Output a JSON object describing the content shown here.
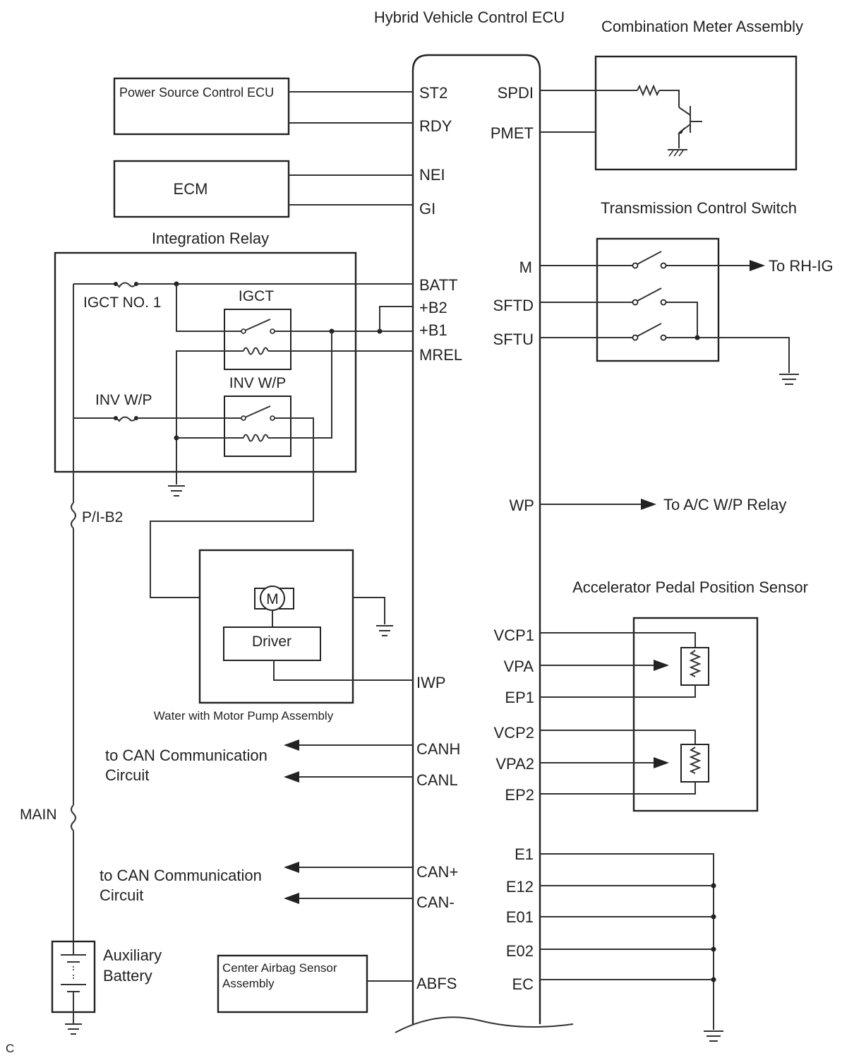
{
  "ecu_title": "Hybrid Vehicle Control ECU",
  "components": {
    "power_source_ecu": "Power Source Control ECU",
    "ecm": "ECM",
    "integration_relay": "Integration Relay",
    "combination_meter": "Combination Meter Assembly",
    "transmission_switch": "Transmission Control Switch",
    "accel_sensor": "Accelerator Pedal Position Sensor",
    "water_pump": "Water with Motor Pump Assembly",
    "airbag_line1": "Center Airbag Sensor",
    "airbag_line2": "Assembly",
    "aux_battery_line1": "Auxiliary",
    "aux_battery_line2": "Battery",
    "driver": "Driver",
    "motor": "M"
  },
  "relay_labels": {
    "igct_fuse": "IGCT NO. 1",
    "igct_relay": "IGCT",
    "invwp_relay": "INV W/P",
    "invwp_fuse": "INV W/P",
    "pib2_fuse": "P/I-B2",
    "main_fuse": "MAIN"
  },
  "left_pins": [
    "ST2",
    "RDY",
    "NEI",
    "GI",
    "BATT",
    "+B2",
    "+B1",
    "MREL",
    "IWP",
    "CANH",
    "CANL",
    "CAN+",
    "CAN-",
    "ABFS"
  ],
  "right_pins": [
    "SPDI",
    "PMET",
    "M",
    "SFTD",
    "SFTU",
    "WP",
    "VCP1",
    "VPA",
    "EP1",
    "VCP2",
    "VPA2",
    "EP2",
    "E1",
    "E12",
    "E01",
    "E02",
    "EC"
  ],
  "destinations": {
    "rh_ig": "To RH-IG",
    "ac_wp": "To A/C W/P Relay",
    "can1_line1": "to CAN Communication",
    "can1_line2": "Circuit",
    "can2_line1": "to CAN Communication",
    "can2_line2": "Circuit"
  },
  "corner_mark": "C"
}
